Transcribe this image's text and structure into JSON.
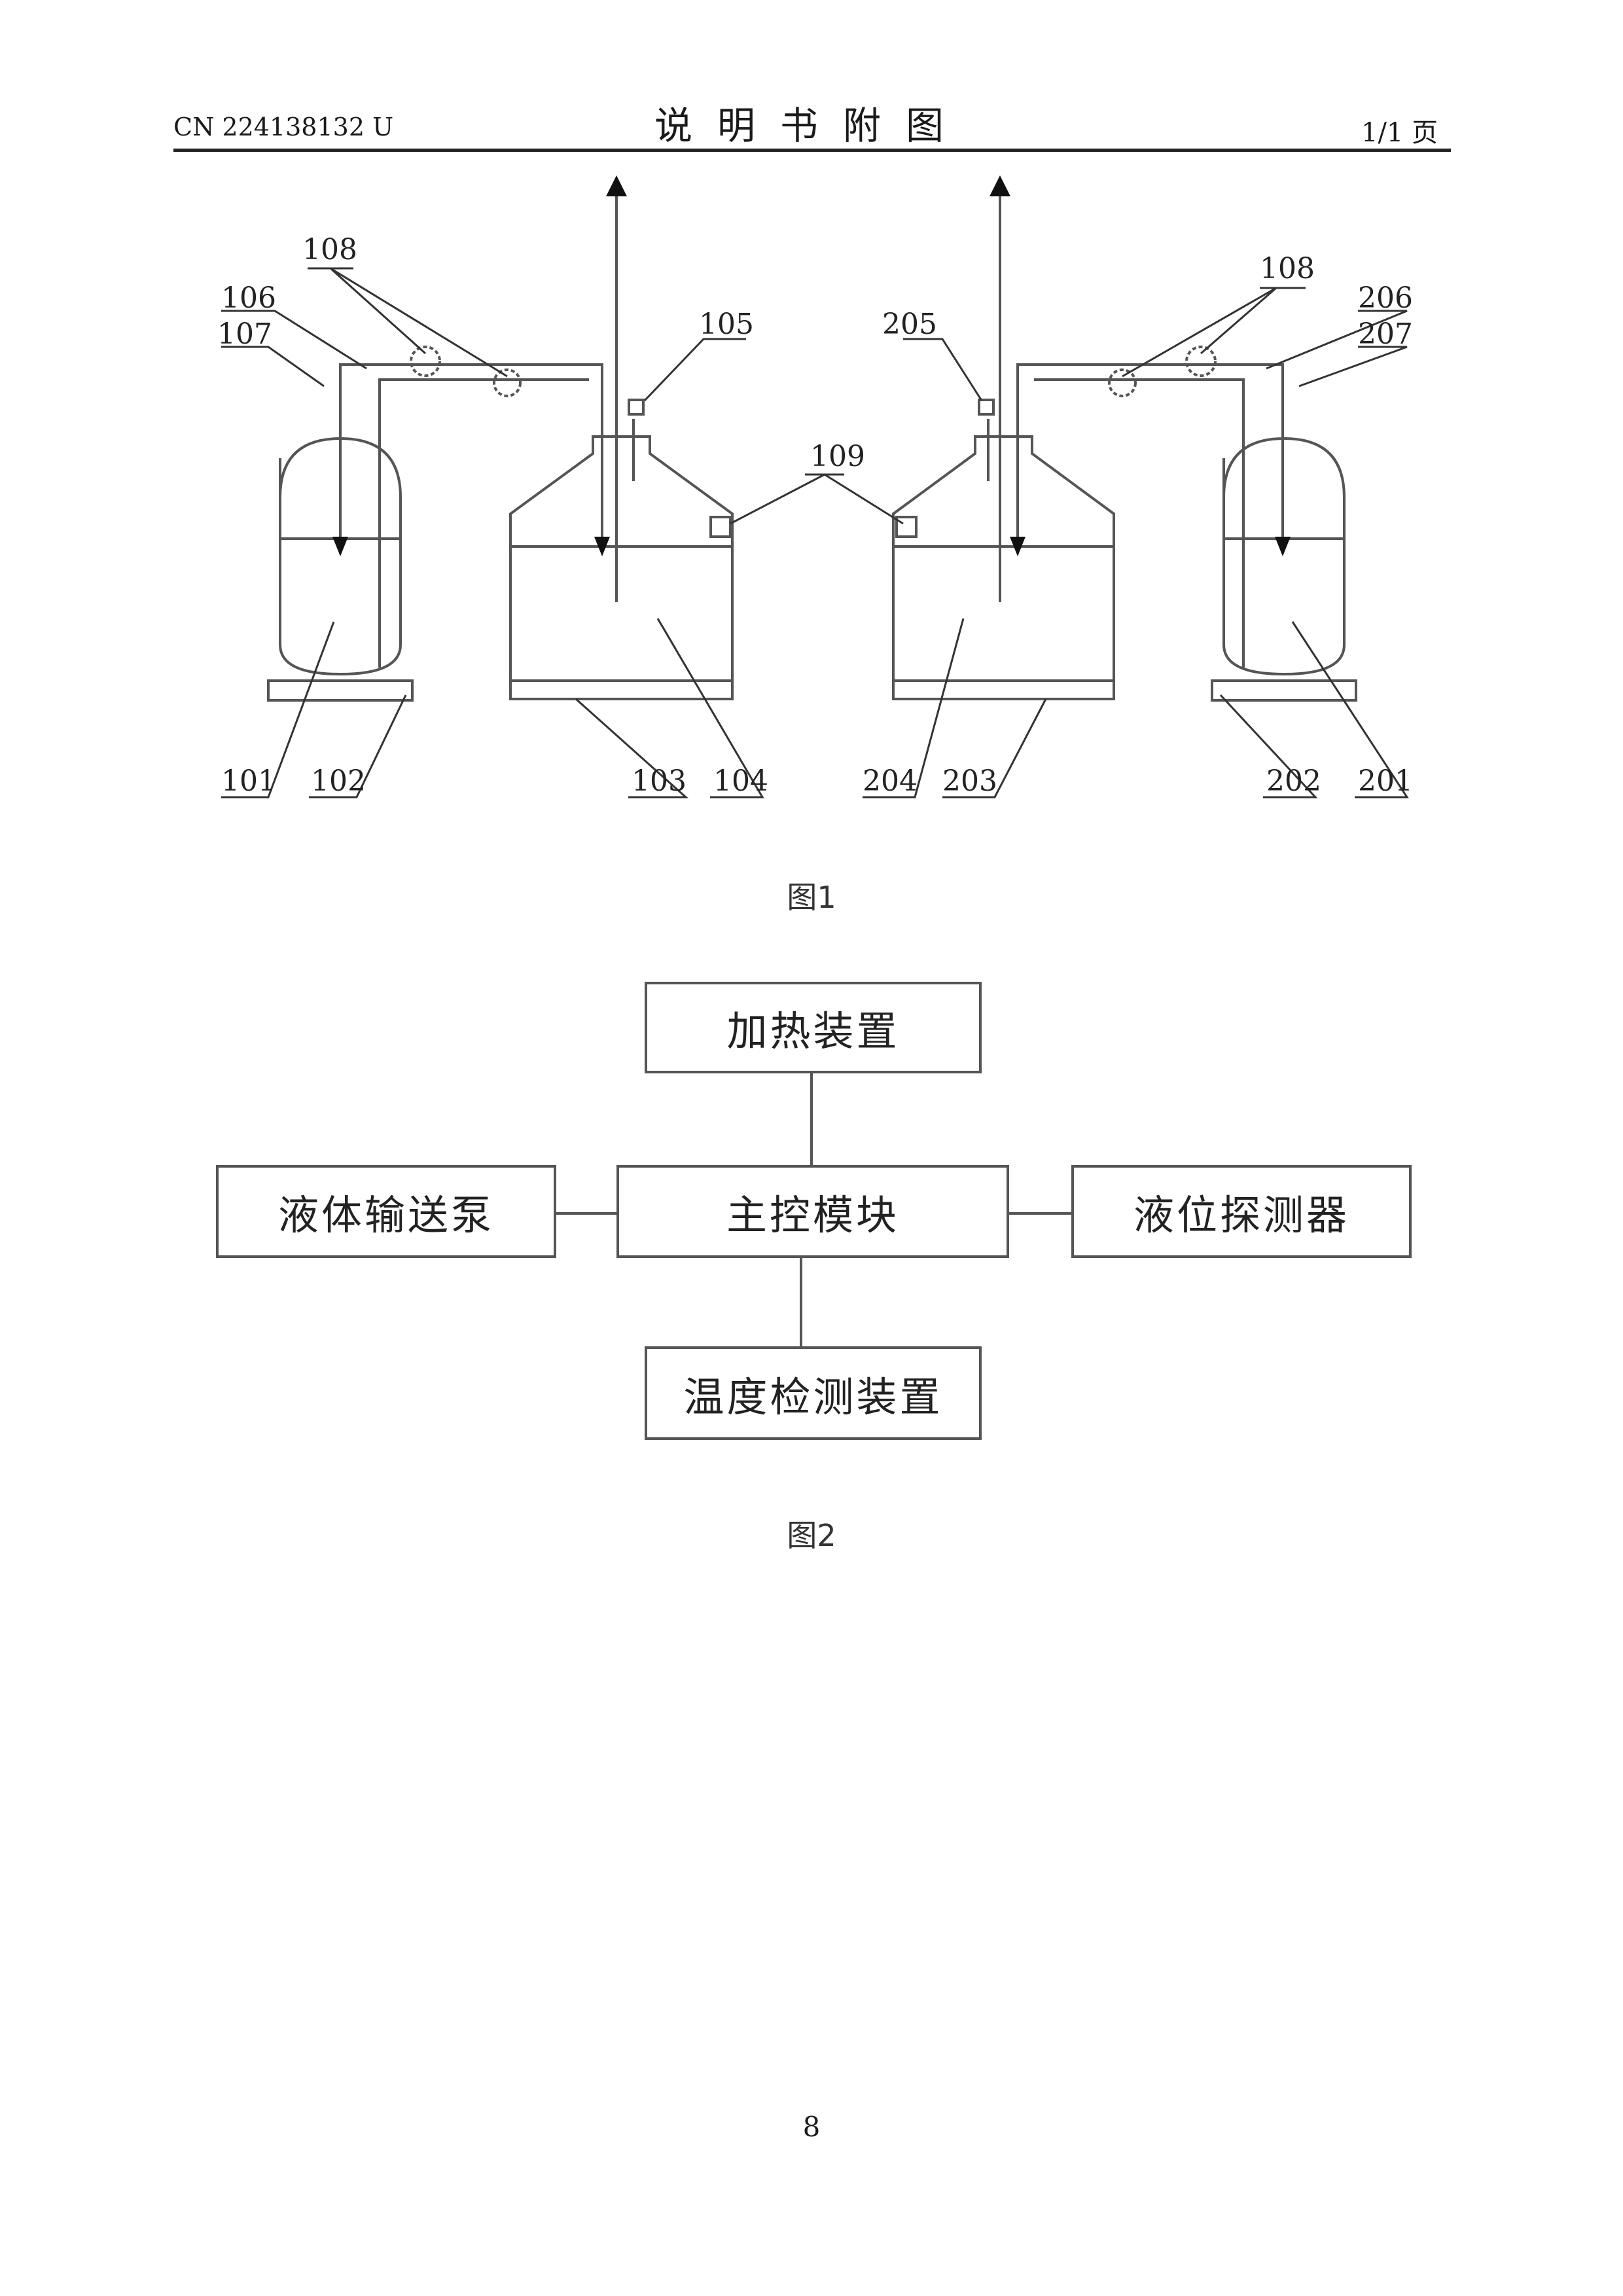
{
  "header": {
    "doc_number": "CN 224138132 U",
    "title": "说明书附图",
    "page_of": "1/1 页"
  },
  "figure1": {
    "caption": "图1",
    "labels": {
      "l101": "101",
      "l102": "102",
      "l103": "103",
      "l104": "104",
      "l105": "105",
      "l106": "106",
      "l107": "107",
      "l108a": "108",
      "l108b": "108",
      "l109": "109",
      "l201": "201",
      "l202": "202",
      "l203": "203",
      "l204": "204",
      "l205": "205",
      "l206": "206",
      "l207": "207"
    }
  },
  "figure2": {
    "caption": "图2",
    "boxes": {
      "heating": "加热装置",
      "pump": "液体输送泵",
      "main_control": "主控模块",
      "level_detector": "液位探测器",
      "temperature": "温度检测装置"
    }
  },
  "footer": {
    "page_number": "8"
  }
}
